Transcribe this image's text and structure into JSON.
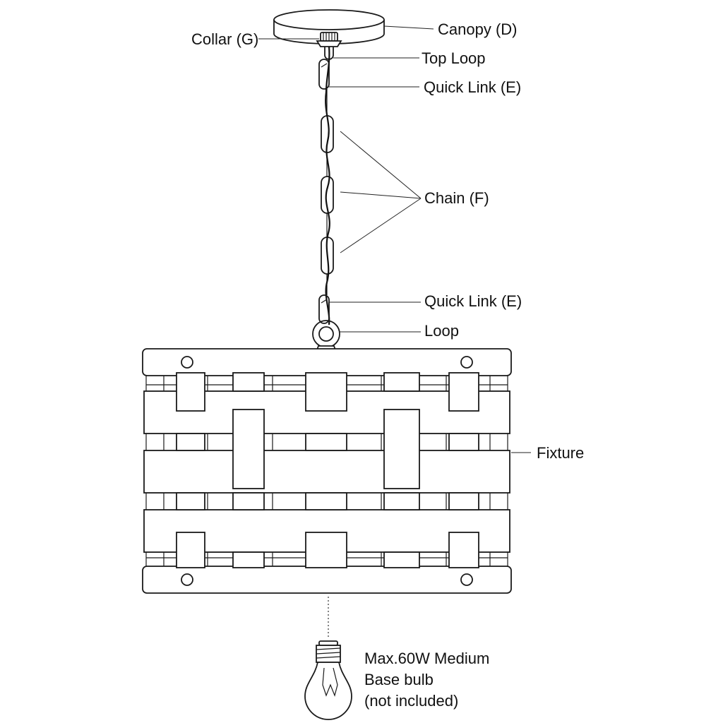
{
  "labels": {
    "canopy": "Canopy (D)",
    "collar": "Collar (G)",
    "top_loop": "Top Loop",
    "quick_link_top": "Quick Link (E)",
    "chain": "Chain (F)",
    "quick_link_bottom": "Quick Link (E)",
    "loop": "Loop",
    "fixture": "Fixture",
    "bulb_line1": "Max.60W Medium",
    "bulb_line2": "Base bulb",
    "bulb_line3": "(not included)"
  }
}
